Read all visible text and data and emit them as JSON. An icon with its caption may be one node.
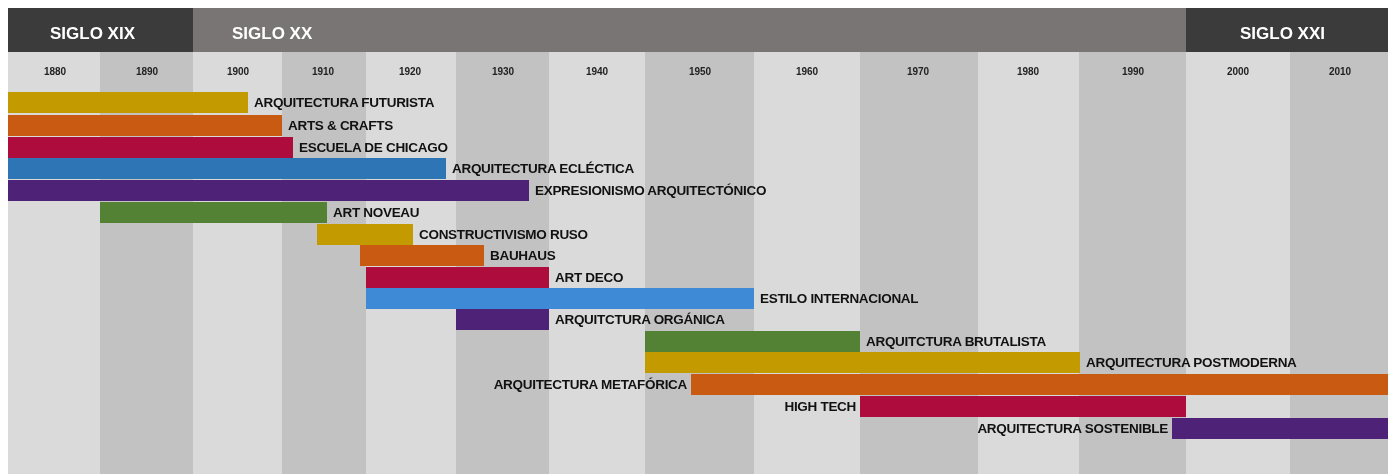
{
  "diagram": {
    "nodes": [
      {
        "text": [
          "SIGLO XIX"
        ]
      },
      {
        "text": [
          "SIGLO XX"
        ]
      },
      {
        "text": [
          "SIGLO XXI"
        ]
      },
      {
        "text": [],
        "shape": "bar",
        "beside": [
          "ARQUITECTURA FUTURISTA"
        ]
      },
      {
        "text": [],
        "shape": "bar",
        "beside": [
          "ARTS & CRAFTS"
        ]
      },
      {
        "text": [],
        "shape": "bar",
        "beside": [
          "ESCUELA DE CHICAGO"
        ]
      },
      {
        "text": [],
        "shape": "bar",
        "beside": [
          "ARQUITECTURA ECLÉCTICA"
        ]
      },
      {
        "text": [],
        "shape": "bar",
        "beside": [
          "EXPRESIONISMO ARQUITECTÓNICO"
        ]
      },
      {
        "text": [],
        "shape": "bar",
        "beside": [
          "ART NOVEAU"
        ]
      },
      {
        "text": [],
        "shape": "bar",
        "beside": [
          "CONSTRUCTIVISMO RUSO"
        ]
      },
      {
        "text": [],
        "shape": "bar",
        "beside": [
          "BAUHAUS"
        ]
      },
      {
        "text": [],
        "shape": "bar",
        "beside": [
          "ART DECO"
        ]
      },
      {
        "text": [],
        "shape": "bar",
        "beside": [
          "ESTILO INTERNACIONAL"
        ]
      },
      {
        "text": [],
        "shape": "bar",
        "beside": [
          "ARQUITCTURA ORGÁNICA"
        ]
      },
      {
        "text": [],
        "shape": "bar",
        "beside": [
          "ARQUITCTURA BRUTALISTA"
        ]
      },
      {
        "text": [],
        "shape": "bar",
        "beside": [
          "ARQUITECTURA POSTMODERNA"
        ]
      },
      {
        "text": [],
        "shape": "bar",
        "beside": [
          "ARQUITECTURA METAFÓRICA"
        ]
      },
      {
        "text": [],
        "shape": "bar",
        "beside": [
          "HIGH TECH"
        ]
      },
      {
        "text": [],
        "shape": "bar",
        "beside": [
          "ARQUITECTURA SOSTENIBLE"
        ]
      }
    ],
    "labels": [
      "1880",
      "1890",
      "1900",
      "1910",
      "1920",
      "1930",
      "1940",
      "1950",
      "1960",
      "1970",
      "1980",
      "1990",
      "2000",
      "2010"
    ]
  }
}
